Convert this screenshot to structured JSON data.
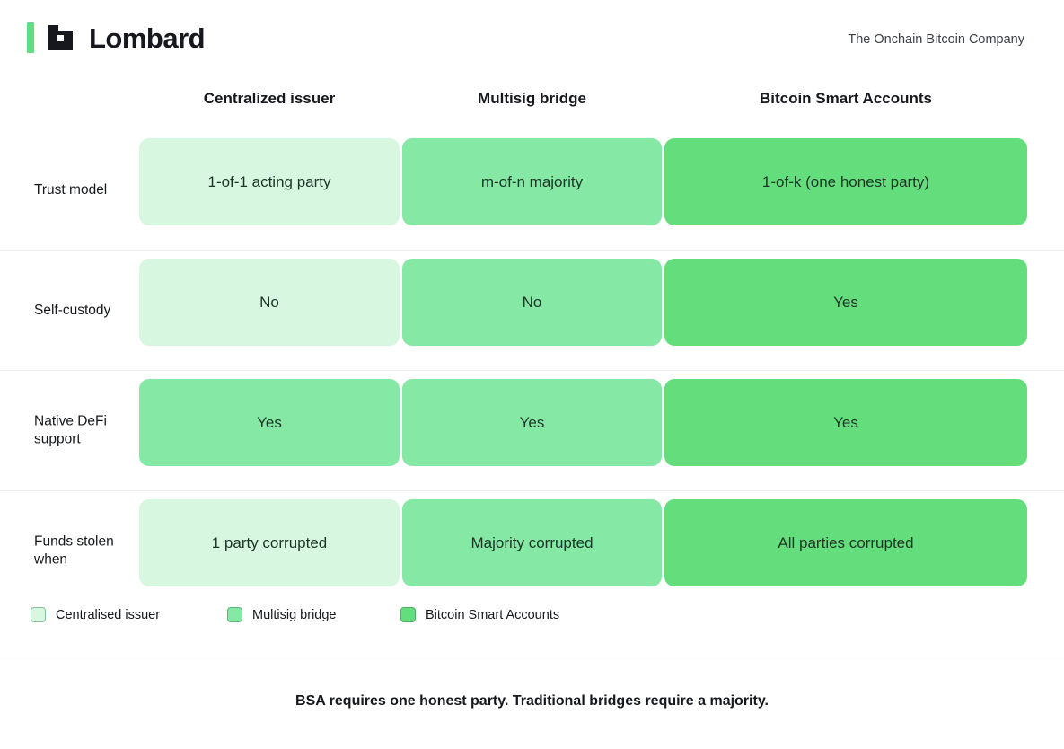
{
  "brand": {
    "name": "Lombard",
    "mark_icon": "lombard-b-mark-icon",
    "accent_color": "#5EE081",
    "tagline": "The Onchain Bitcoin Company"
  },
  "palette": {
    "light": "#D8F7E0",
    "mid": "#85E8A5",
    "dark": "#64DE7D",
    "text_dark": "#16181d",
    "cell_text": "#1d3527",
    "divider": "#f0f0f0",
    "footer_divider": "#e3e3e3"
  },
  "table": {
    "columns": [
      "Centralized issuer",
      "Multisig bridge",
      "Bitcoin Smart Accounts"
    ],
    "rows": [
      {
        "label": "Trust model",
        "cells": [
          {
            "text": "1-of-1 acting party",
            "tone": "light"
          },
          {
            "text": "m-of-n majority",
            "tone": "mid"
          },
          {
            "text": "1-of-k (one honest party)",
            "tone": "dark"
          }
        ]
      },
      {
        "label": "Self-custody",
        "cells": [
          {
            "text": "No",
            "tone": "light"
          },
          {
            "text": "No",
            "tone": "mid"
          },
          {
            "text": "Yes",
            "tone": "dark"
          }
        ]
      },
      {
        "label": "Native DeFi support",
        "cells": [
          {
            "text": "Yes",
            "tone": "mid"
          },
          {
            "text": "Yes",
            "tone": "mid"
          },
          {
            "text": "Yes",
            "tone": "dark"
          }
        ]
      },
      {
        "label": "Funds stolen when",
        "cells": [
          {
            "text": "1 party corrupted",
            "tone": "light"
          },
          {
            "text": "Majority corrupted",
            "tone": "mid"
          },
          {
            "text": "All parties corrupted",
            "tone": "dark"
          }
        ]
      }
    ]
  },
  "legend": [
    {
      "label": "Centralised issuer",
      "tone": "light"
    },
    {
      "label": "Multisig bridge",
      "tone": "mid"
    },
    {
      "label": "Bitcoin Smart Accounts",
      "tone": "dark"
    }
  ],
  "footer": {
    "note": "BSA requires one honest party. Traditional bridges require a majority."
  }
}
